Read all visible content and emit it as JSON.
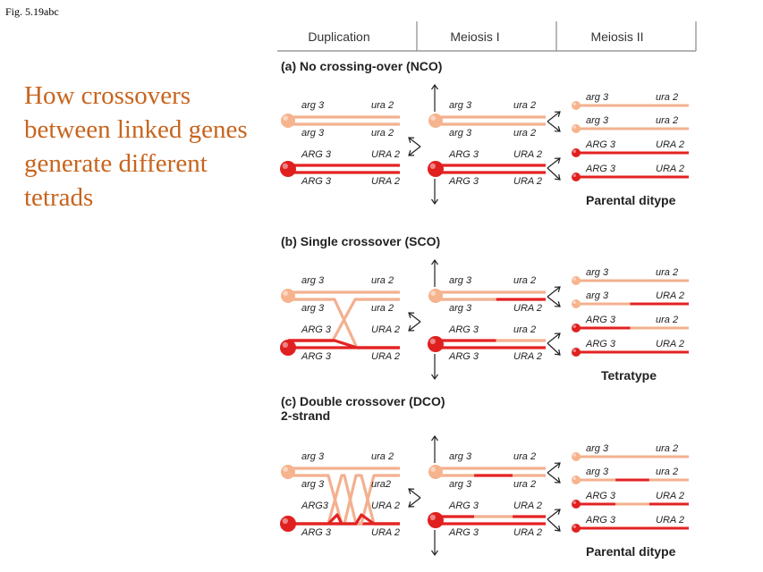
{
  "fig_label": "Fig. 5.19abc",
  "title_lines": [
    "How crossovers",
    "between linked genes",
    "generate different",
    "tetrads"
  ],
  "headers": [
    "Duplication",
    "Meiosis I",
    "Meiosis II"
  ],
  "sections": [
    {
      "heading": [
        "(a) No crossing-over (NCO)"
      ],
      "dup": [
        [
          "arg 3",
          "ura 2"
        ],
        [
          "arg 3",
          "ura 2"
        ],
        [
          "ARG 3",
          "URA 2"
        ],
        [
          "ARG 3",
          "URA 2"
        ]
      ],
      "m1": [
        [
          "arg 3",
          "ura 2"
        ],
        [
          "arg 3",
          "ura 2"
        ],
        [
          "ARG 3",
          "URA 2"
        ],
        [
          "ARG 3",
          "URA 2"
        ]
      ],
      "m2": [
        [
          "arg 3",
          "ura 2"
        ],
        [
          "arg 3",
          "ura 2"
        ],
        [
          "ARG 3",
          "URA 2"
        ],
        [
          "ARG 3",
          "URA 2"
        ]
      ],
      "result": "Parental ditype"
    },
    {
      "heading": [
        "(b) Single crossover (SCO)"
      ],
      "dup": [
        [
          "arg 3",
          "ura 2"
        ],
        [
          "arg 3",
          "ura 2"
        ],
        [
          "ARG 3",
          "URA 2"
        ],
        [
          "ARG 3",
          "URA 2"
        ]
      ],
      "m1": [
        [
          "arg 3",
          "ura 2"
        ],
        [
          "arg 3",
          "URA 2"
        ],
        [
          "ARG 3",
          "ura 2"
        ],
        [
          "ARG 3",
          "URA 2"
        ]
      ],
      "m2": [
        [
          "arg 3",
          "ura 2"
        ],
        [
          "arg 3",
          "URA 2"
        ],
        [
          "ARG 3",
          "ura 2"
        ],
        [
          "ARG 3",
          "URA 2"
        ]
      ],
      "result": "Tetratype"
    },
    {
      "heading": [
        "(c) Double crossover (DCO)",
        "2-strand"
      ],
      "dup": [
        [
          "arg 3",
          "ura 2"
        ],
        [
          "arg 3",
          "ura2"
        ],
        [
          "ARG3",
          "URA 2"
        ],
        [
          "ARG 3",
          "URA 2"
        ]
      ],
      "m1": [
        [
          "arg 3",
          "ura 2"
        ],
        [
          "arg 3",
          "ura 2"
        ],
        [
          "ARG 3",
          "URA 2"
        ],
        [
          "ARG 3",
          "URA 2"
        ]
      ],
      "m2": [
        [
          "arg 3",
          "ura 2"
        ],
        [
          "arg 3",
          "ura 2"
        ],
        [
          "ARG 3",
          "URA 2"
        ],
        [
          "ARG 3",
          "URA 2"
        ]
      ],
      "result": "Parental ditype"
    }
  ],
  "colors": {
    "light_strand": "#f3b08f",
    "dark_strand": "#e32222",
    "light_ball": "#f6b48e",
    "dark_ball": "#e02020",
    "title": "#c8641e"
  }
}
